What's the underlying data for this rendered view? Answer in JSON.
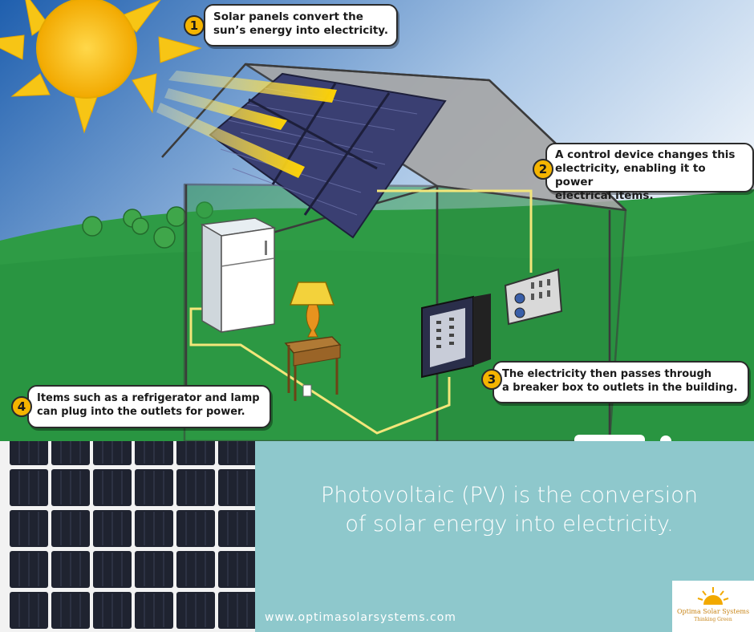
{
  "callouts": [
    {
      "number": "1",
      "text": "Solar panels convert the\nsun’s energy into electricity."
    },
    {
      "number": "2",
      "text": "A control device changes this\nelectricity, enabling it to power\nelectrical items."
    },
    {
      "number": "3",
      "text": "The electricity then passes through\na breaker box to outlets in the building."
    },
    {
      "number": "4",
      "text": "Items such as a refrigerator and lamp\ncan plug into the outlets for power."
    }
  ],
  "tagline": {
    "line1": "Photovoltaic (PV) is the conversion",
    "line2": "of solar energy into electricity."
  },
  "website": "www.optimasolarsystems.com",
  "logo": {
    "name": "Optima Solar Systems",
    "slogan": "Thinking Green"
  },
  "colors": {
    "sky_top": "#2f6fb5",
    "grass": "#2e9b45",
    "sun": "#f7c515",
    "panel": "#3a3f72",
    "teal_band": "#8ec8cc",
    "badge": "#f5b400",
    "wire": "#f3e67a"
  },
  "icons": [
    "sun-icon",
    "solar-panel-icon",
    "house-icon",
    "refrigerator-icon",
    "lamp-icon",
    "breaker-box-icon",
    "control-device-icon",
    "tree-icon",
    "logo-sun-icon"
  ]
}
